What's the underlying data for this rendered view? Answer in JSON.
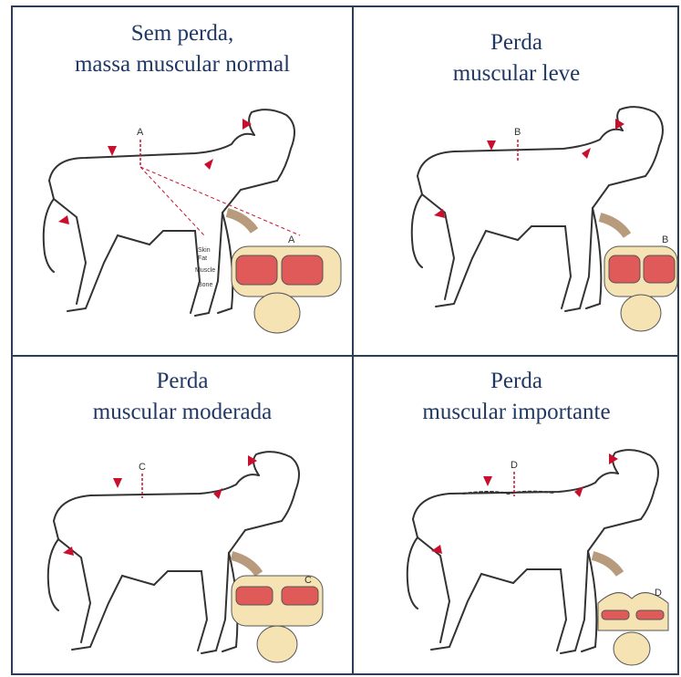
{
  "panels": [
    {
      "line1": "Sem perda,",
      "line2": "massa muscular normal",
      "letter": "A",
      "layer_labels": [
        "Skin",
        "Fat",
        "Muscle",
        "Bone"
      ]
    },
    {
      "line1": "Perda",
      "line2": "muscular leve",
      "letter": "B"
    },
    {
      "line1": "Perda",
      "line2": "muscular moderada",
      "letter": "C"
    },
    {
      "line1": "Perda",
      "line2": "muscular importante",
      "letter": "D"
    }
  ],
  "colors": {
    "border": "#2b3d57",
    "caption": "#1f3864",
    "arrow": "#c8102e",
    "muscle": "#e05a5a",
    "bone": "#f5e3b3",
    "hand": "#d9c2a7"
  }
}
